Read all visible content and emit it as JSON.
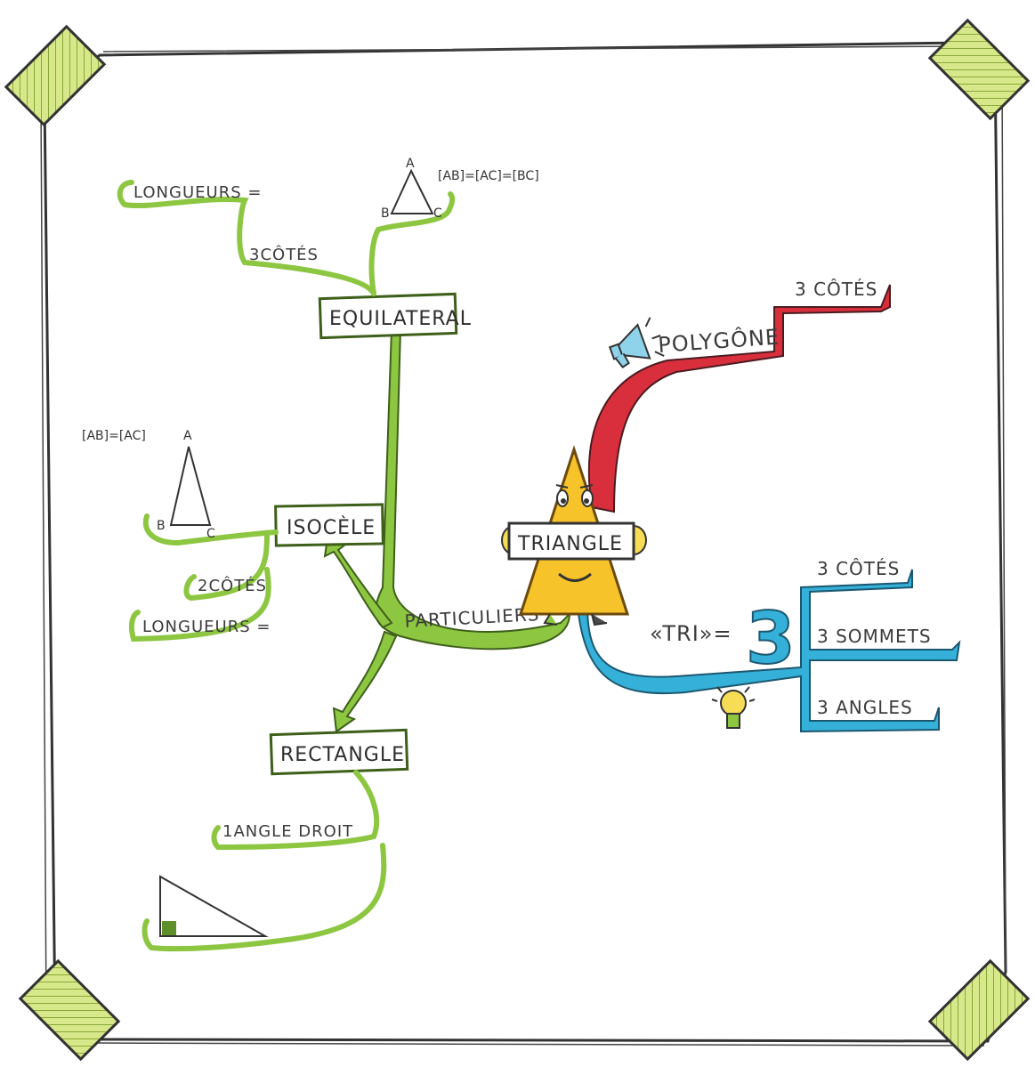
{
  "central": {
    "label": "TRIANGLE"
  },
  "green_branch": {
    "label": "PARTICULIERS",
    "equilateral": {
      "label": "EQUILATERAL",
      "sub1": "LONGUEURS =",
      "sub2": "3CÔTÉS",
      "formula": "[AB]=[AC]=[BC]",
      "vertex_a": "A",
      "vertex_b": "B",
      "vertex_c": "C"
    },
    "isocele": {
      "label": "ISOCÈLE",
      "formula": "[AB]=[AC]",
      "vertex_a": "A",
      "vertex_b": "B",
      "vertex_c": "C",
      "sub1": "2CÔTÉS",
      "sub2": "LONGUEURS ="
    },
    "rectangle": {
      "label": "RECTANGLE",
      "sub1": "1ANGLE DROIT"
    }
  },
  "red_branch": {
    "label": "POLYGÔNE",
    "sub1": "3 CÔTÉS"
  },
  "blue_branch": {
    "prefix": "«TRI»=",
    "number": "3",
    "items": [
      "3 CÔTÉS",
      "3 SOMMETS",
      "3 ANGLES"
    ]
  },
  "colors": {
    "green": "#8dc641",
    "green_dark": "#5f8f2a",
    "red": "#d92e3c",
    "blue": "#35b0d8",
    "yellow": "#f7c32a",
    "tape": "#d6e88a",
    "frame": "#3a3a3a"
  },
  "icons": [
    "tape-icon",
    "megaphone-icon",
    "lightbulb-icon",
    "smiley-triangle-icon",
    "right-triangle-icon",
    "equilateral-triangle-icon",
    "isosceles-triangle-icon"
  ]
}
